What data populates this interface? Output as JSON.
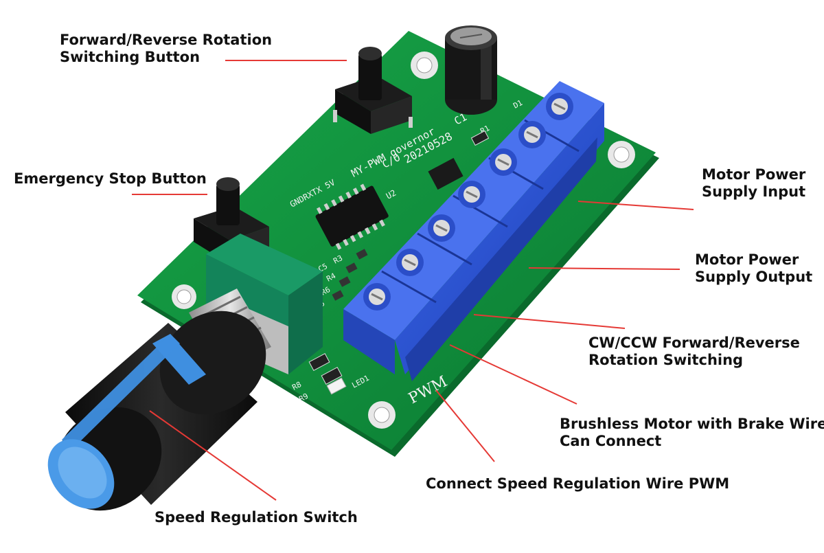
{
  "colors": {
    "pcb": "#0f8a3a",
    "pcb_dark": "#0a6a2c",
    "terminal_block": "#2f55d4",
    "knob": "#151515",
    "knob_stripe": "#3f8fe0",
    "potentiometer_body": "#1f9a6a",
    "leader_line": "#e53935"
  },
  "board_text": {
    "model": "MY-PWM governor",
    "date": "20210528",
    "cap_label": "C/O",
    "c1": "C1",
    "r1": "R1",
    "d1": "D1",
    "u2": "U2",
    "pins": "GNDRXTX 5V",
    "pwm": "PWM",
    "led": "LED1",
    "r8": "R8",
    "r9": "R9",
    "r3": "R3",
    "r4": "R4",
    "r5": "R5",
    "r6": "R6",
    "c5": "C5"
  },
  "callouts": {
    "forward_reverse_button": {
      "line1": "Forward/Reverse Rotation",
      "line2": "Switching Button"
    },
    "emergency_stop_button": {
      "line1": "Emergency Stop Button"
    },
    "motor_power_input": {
      "line1": "Motor Power",
      "line2": "Supply Input"
    },
    "motor_power_output": {
      "line1": "Motor Power",
      "line2": "Supply Output"
    },
    "cw_ccw_switching": {
      "line1": "CW/CCW Forward/Reverse",
      "line2": "Rotation Switching"
    },
    "brake_wire": {
      "line1": "Brushless Motor with Brake Wire",
      "line2": "Can Connect"
    },
    "pwm_wire": {
      "line1": "Connect Speed Regulation Wire PWM"
    },
    "speed_switch": {
      "line1": "Speed Regulation Switch"
    }
  }
}
